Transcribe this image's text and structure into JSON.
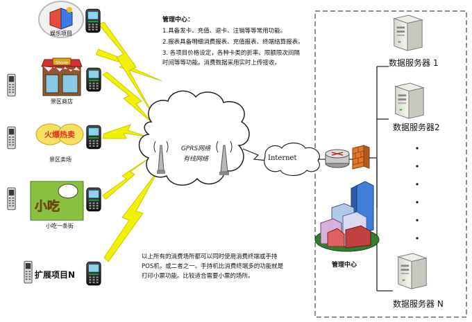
{
  "diagram": {
    "venues": [
      {
        "label": "娱乐项目"
      },
      {
        "label": "景区商店",
        "sign": "Store"
      },
      {
        "label": "景区卖场",
        "sign": "火爆热卖"
      },
      {
        "label": "小吃一条街",
        "sign": "小吃"
      },
      {
        "label": "扩展项目N"
      }
    ],
    "management_info": {
      "title": "管理中心：",
      "items": [
        "1.具备发卡、充值、退卡、注销等等常用功能。",
        "2.报表具备明细消费报表、充值报表、终端结算报表。",
        "3. 各项目价格设定，各种卡类的折率、限额限次间隔时间等等功能。消费数据采用实时上传接收。"
      ]
    },
    "cloud": {
      "line1": "GPRS网络",
      "line2": "有线网络"
    },
    "internet_label": "Internet",
    "management_center_label": "管理中心",
    "bottom_note": "以上所有的消费场所都可以同时使用消费终端或手持POS机，或二者之一。手持机比消费终端多的功能就是打印小票功能。比较适合需要小票的场所。",
    "servers": [
      {
        "label": "数据服务器 1"
      },
      {
        "label": "数据服务器2"
      },
      {
        "label": "数据服务器 N"
      }
    ],
    "colors": {
      "lightning": "#f2f200",
      "lightning_stroke": "#c8c800",
      "firewall": "#e0782c",
      "router": "#c8c8c8",
      "building": "#5a8fd8"
    }
  }
}
